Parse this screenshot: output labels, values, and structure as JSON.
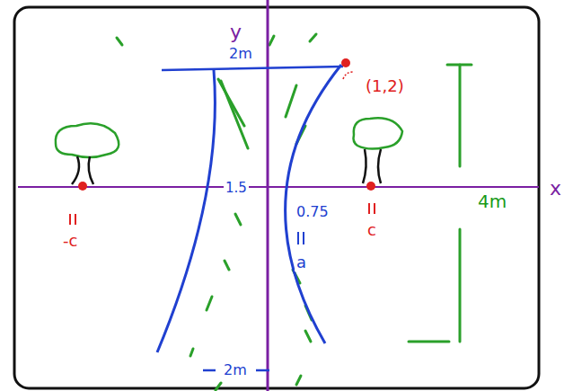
{
  "diagram": {
    "labels": [
      "y",
      "2m",
      "(1,2)",
      "1.5",
      "0.75",
      "a",
      "-c",
      "c",
      "4m",
      "2m",
      "x"
    ]
  }
}
